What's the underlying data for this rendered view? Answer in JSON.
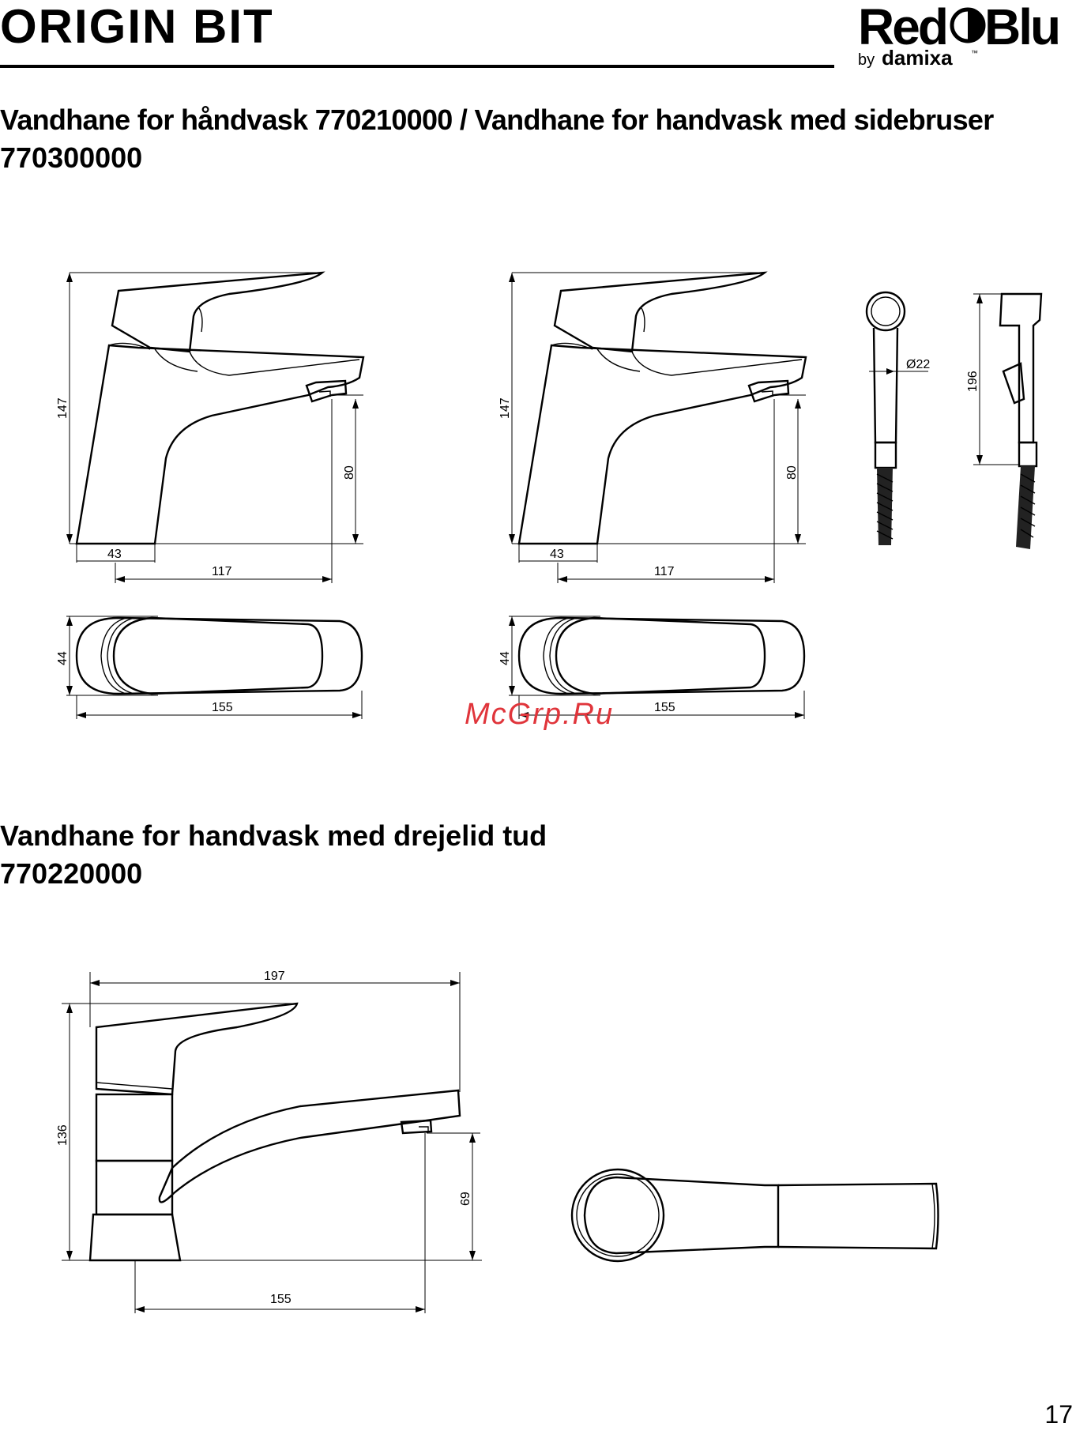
{
  "header": {
    "title": "ORIGIN BIT",
    "brand": {
      "name_left": "Red",
      "name_right": "Blu",
      "by": "by",
      "maker": "damixa",
      "tm": "™"
    }
  },
  "section1": {
    "heading_line1": "Vandhane for håndvask 770210000 / Vandhane for handvask med sidebruser",
    "heading_line2": "770300000"
  },
  "section2": {
    "heading_line1": "Vandhane for handvask med drejelid tud",
    "heading_line2": "770220000"
  },
  "dimensions": {
    "height_147": "147",
    "spout_80": "80",
    "base_43": "43",
    "reach_117": "117",
    "width_44": "44",
    "length_155": "155",
    "hand_shower_diam": "Ø22",
    "hand_shower_196": "196",
    "swivel_197": "197",
    "swivel_136": "136",
    "swivel_69": "69",
    "swivel_155": "155"
  },
  "watermark": "McGrp.Ru",
  "page_number": "17"
}
